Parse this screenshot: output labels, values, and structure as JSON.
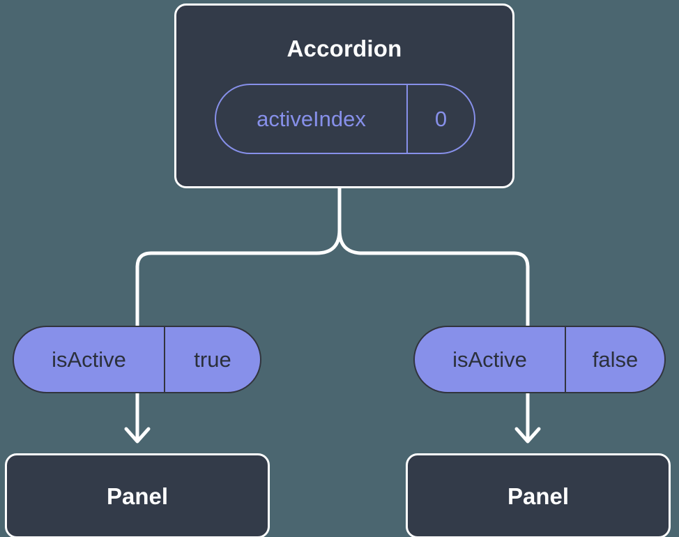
{
  "diagram": {
    "background_color": "#4b6670",
    "node_fill_color": "#333b49",
    "node_border_color": "#ffffff",
    "accent_color": "#8790ea",
    "connector_color": "#ffffff"
  },
  "root": {
    "title": "Accordion",
    "state_badge": {
      "key": "activeIndex",
      "value": "0"
    }
  },
  "branches": [
    {
      "prop_badge": {
        "key": "isActive",
        "value": "true"
      },
      "child": {
        "title": "Panel"
      }
    },
    {
      "prop_badge": {
        "key": "isActive",
        "value": "false"
      },
      "child": {
        "title": "Panel"
      }
    }
  ]
}
